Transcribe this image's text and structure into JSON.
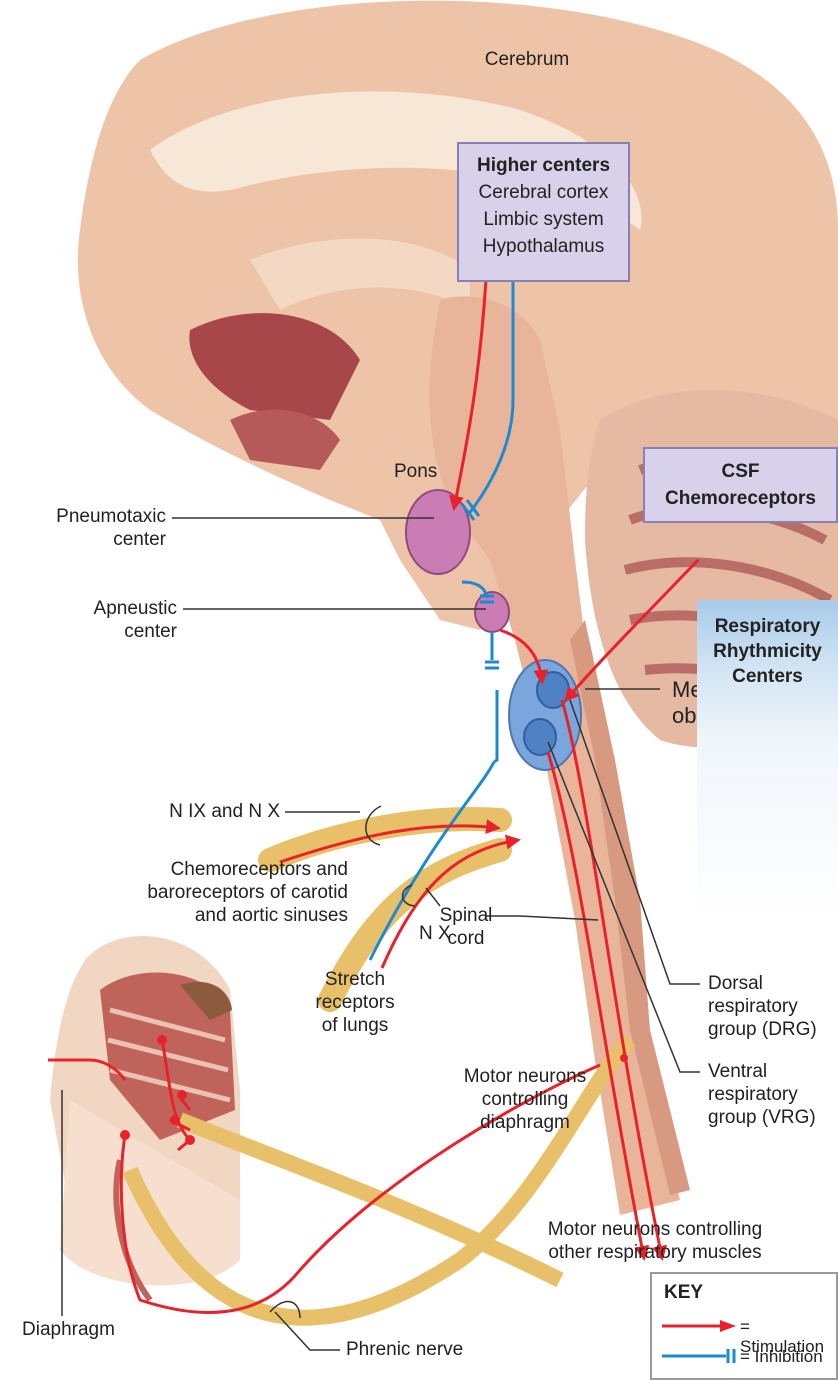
{
  "labels": {
    "cerebrum": "Cerebrum",
    "higher_title": "Higher centers",
    "higher_items": [
      "Cerebral cortex",
      "Limbic system",
      "Hypothalamus"
    ],
    "csf_line1": "CSF",
    "csf_line2": "Chemoreceptors",
    "pons": "Pons",
    "pneumotaxic": [
      "Pneumotaxic",
      "center"
    ],
    "apneustic": [
      "Apneustic",
      "center"
    ],
    "medulla": [
      "Medulla",
      "oblongata"
    ],
    "nix": "N IX and N X",
    "chemo": [
      "Chemoreceptors and",
      "baroreceptors of carotid",
      "and aortic sinuses"
    ],
    "nx": "N X",
    "stretch": [
      "Stretch",
      "receptors",
      "of lungs"
    ],
    "spinal": [
      "Spinal",
      "cord"
    ],
    "rrc": [
      "Respiratory",
      "Rhythmicity",
      "Centers"
    ],
    "drg": [
      "Dorsal",
      "respiratory",
      "group (DRG)"
    ],
    "vrg": [
      "Ventral",
      "respiratory",
      "group (VRG)"
    ],
    "motor_diaphragm": [
      "Motor neurons",
      "controlling",
      "diaphragm"
    ],
    "motor_other": [
      "Motor neurons controlling",
      "other respiratory muscles"
    ],
    "diaphragm": "Diaphragm",
    "phrenic": "Phrenic nerve"
  },
  "key": {
    "title": "KEY",
    "stimulation": "= Stimulation",
    "inhibition": "= Inhibition"
  },
  "colors": {
    "stimulation": "#e8222b",
    "inhibition": "#1c8ad0",
    "higher_box": "#d7d1ea",
    "pons_nuclei": "#c97db4",
    "medulla_nuclei": "#7aa6dd",
    "nerve": "#e8c06a"
  }
}
